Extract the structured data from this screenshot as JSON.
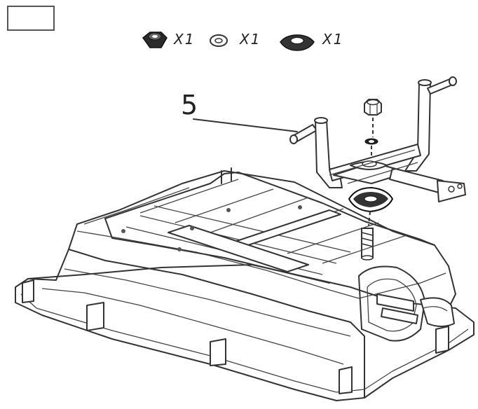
{
  "step_box": {
    "label": ""
  },
  "hardware": [
    {
      "icon": "lock-nut-icon",
      "qty": "X1"
    },
    {
      "icon": "washer-icon",
      "qty": "X1"
    },
    {
      "icon": "square-plate-icon",
      "qty": "X1"
    }
  ],
  "callout": {
    "label": "5"
  }
}
